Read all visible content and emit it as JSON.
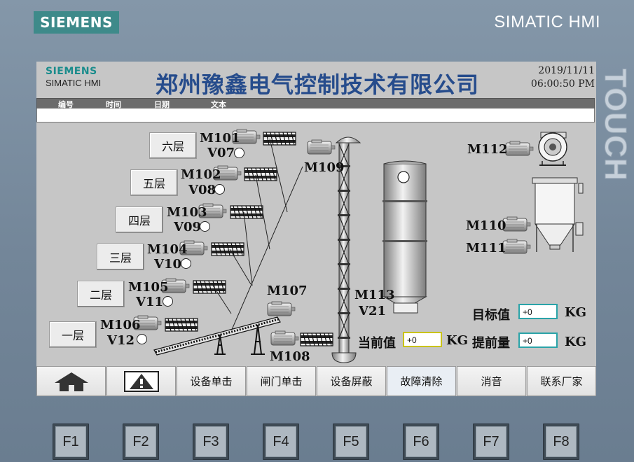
{
  "device": {
    "brand": "SIEMENS",
    "product": "SIMATIC HMI",
    "touch_label": "TOUCH"
  },
  "header": {
    "brand": "SIEMENS",
    "product": "SIMATIC HMI",
    "title": "郑州豫鑫电气控制技术有限公司",
    "date": "2019/11/11",
    "time": "06:00:50 PM"
  },
  "alarm_columns": [
    "编号",
    "时间",
    "日期",
    "文本"
  ],
  "floors": [
    {
      "button": "六层",
      "motor": "M101",
      "valve": "V07"
    },
    {
      "button": "五层",
      "motor": "M102",
      "valve": "V08"
    },
    {
      "button": "四层",
      "motor": "M103",
      "valve": "V09"
    },
    {
      "button": "三层",
      "motor": "M104",
      "valve": "V10"
    },
    {
      "button": "二层",
      "motor": "M105",
      "valve": "V11"
    },
    {
      "button": "一层",
      "motor": "M106",
      "valve": "V12"
    }
  ],
  "equipment": {
    "elevator_motor": "M109",
    "conveyor_motor": "M107",
    "bottom_motor": "M108",
    "silo_motor": "M113",
    "silo_valve": "V21",
    "fan_motor": "M112",
    "filter_motor_1": "M110",
    "filter_motor_2": "M111"
  },
  "values": {
    "current_label": "当前值",
    "current_value": "+0",
    "target_label": "目标值",
    "target_value": "+0",
    "advance_label": "提前量",
    "advance_value": "+0",
    "unit": "KG"
  },
  "nav": {
    "home_icon": "home-icon",
    "alarm_icon": "warning-icon",
    "buttons": [
      "设备单击",
      "闸门单击",
      "设备屏蔽",
      "故障清除",
      "消音",
      "联系厂家"
    ]
  },
  "function_keys": [
    "F1",
    "F2",
    "F3",
    "F4",
    "F5",
    "F6",
    "F7",
    "F8"
  ]
}
